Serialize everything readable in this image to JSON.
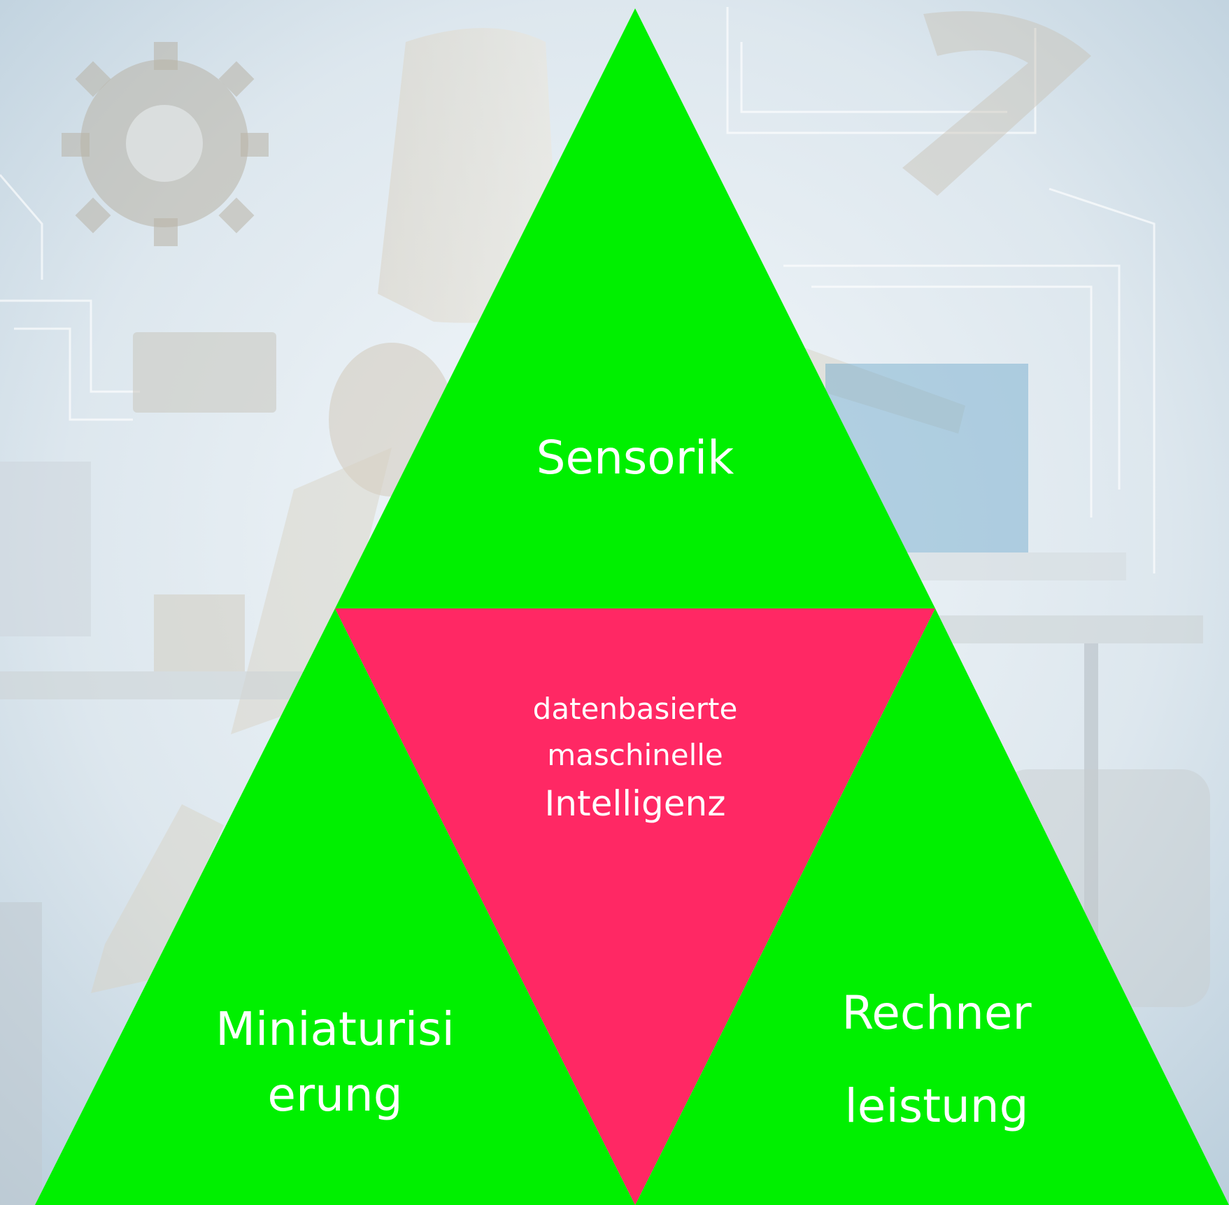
{
  "diagram": {
    "top": {
      "label": "Sensorik"
    },
    "center": {
      "lines": [
        "datenbasierte",
        "maschinelle",
        "Intelligenz"
      ]
    },
    "bottom_left": {
      "lines": [
        "Miniaturisi",
        "erung"
      ]
    },
    "bottom_right": {
      "lines": [
        "Rechner",
        "leistung"
      ]
    }
  },
  "colors": {
    "outer_triangles": "#00f000",
    "center_triangle": "#ff2864",
    "text": "#ffffff"
  }
}
